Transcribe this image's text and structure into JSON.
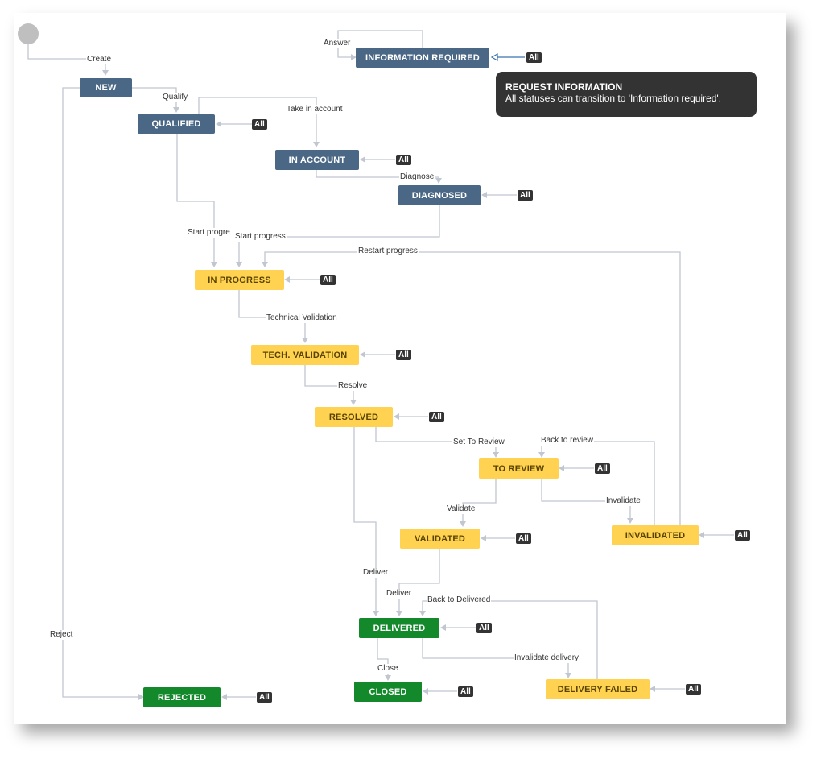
{
  "statuses": {
    "information_required": "INFORMATION REQUIRED",
    "new": "NEW",
    "qualified": "QUALIFIED",
    "in_account": "IN ACCOUNT",
    "diagnosed": "DIAGNOSED",
    "in_progress": "IN PROGRESS",
    "tech_validation": "TECH. VALIDATION",
    "resolved": "RESOLVED",
    "to_review": "TO REVIEW",
    "validated": "VALIDATED",
    "invalidated": "INVALIDATED",
    "delivered": "DELIVERED",
    "closed": "CLOSED",
    "rejected": "REJECTED",
    "delivery_failed": "DELIVERY FAILED"
  },
  "transitions": {
    "answer": "Answer",
    "create": "Create",
    "qualify": "Qualify",
    "take_in_account": "Take in account",
    "diagnose": "Diagnose",
    "start_progress_truncated": "Start progre",
    "start_progress": "Start progress",
    "restart_progress": "Restart progress",
    "technical_validation": "Technical Validation",
    "resolve": "Resolve",
    "set_to_review": "Set To Review",
    "back_to_review": "Back to review",
    "validate": "Validate",
    "invalidate": "Invalidate",
    "deliver_left": "Deliver",
    "deliver": "Deliver",
    "back_to_delivered": "Back to Delivered",
    "close": "Close",
    "invalidate_delivery": "Invalidate delivery",
    "reject": "Reject"
  },
  "all_badge": "All",
  "info": {
    "title": "REQUEST INFORMATION",
    "text": "All statuses can transition to 'Information required'."
  },
  "colors": {
    "todo": "#4a6785",
    "in_progress": "#ffd351",
    "done": "#14892c",
    "edge": "#c1c7d0",
    "highlight_edge": "#3b73af"
  }
}
